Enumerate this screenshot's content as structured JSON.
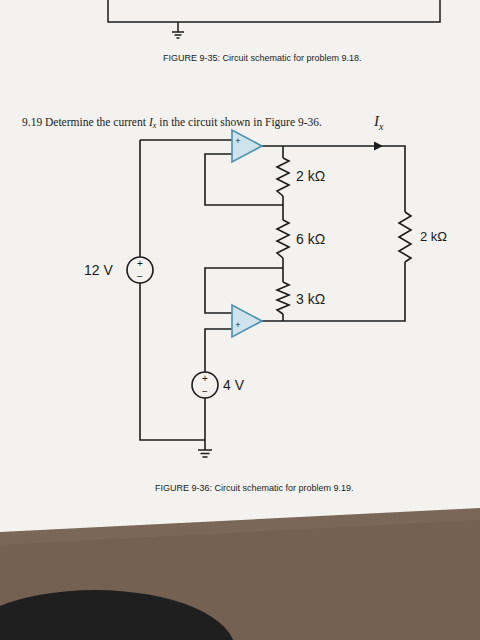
{
  "diagram": {
    "caption": "FIGURE 9-36: Circuit schematic for problem 9.19.",
    "labels": [
      "FIGURE 9-35: Circuit schematic for problem 9.18.",
      "9.19 Determine the current",
      "I",
      "x",
      "in the circuit shown in Figure 9-36.",
      "I",
      "x",
      "2 kΩ",
      "6 kΩ",
      "3 kΩ",
      "2 kΩ",
      "12 V",
      "+",
      "−",
      "+",
      "+",
      "4 V",
      "+",
      "−"
    ]
  }
}
